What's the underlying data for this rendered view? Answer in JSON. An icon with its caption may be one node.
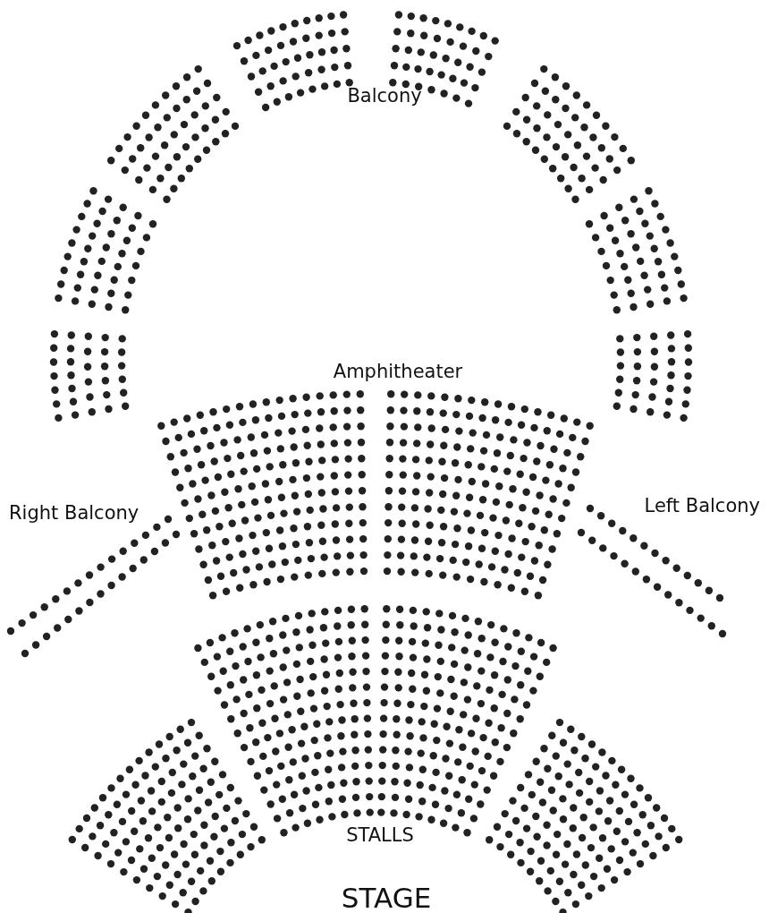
{
  "diagram": {
    "labels": [
      "Balcony",
      "Amphitheater",
      "Right Balcony",
      "Left Balcony",
      "STALLS",
      "STAGE"
    ]
  }
}
